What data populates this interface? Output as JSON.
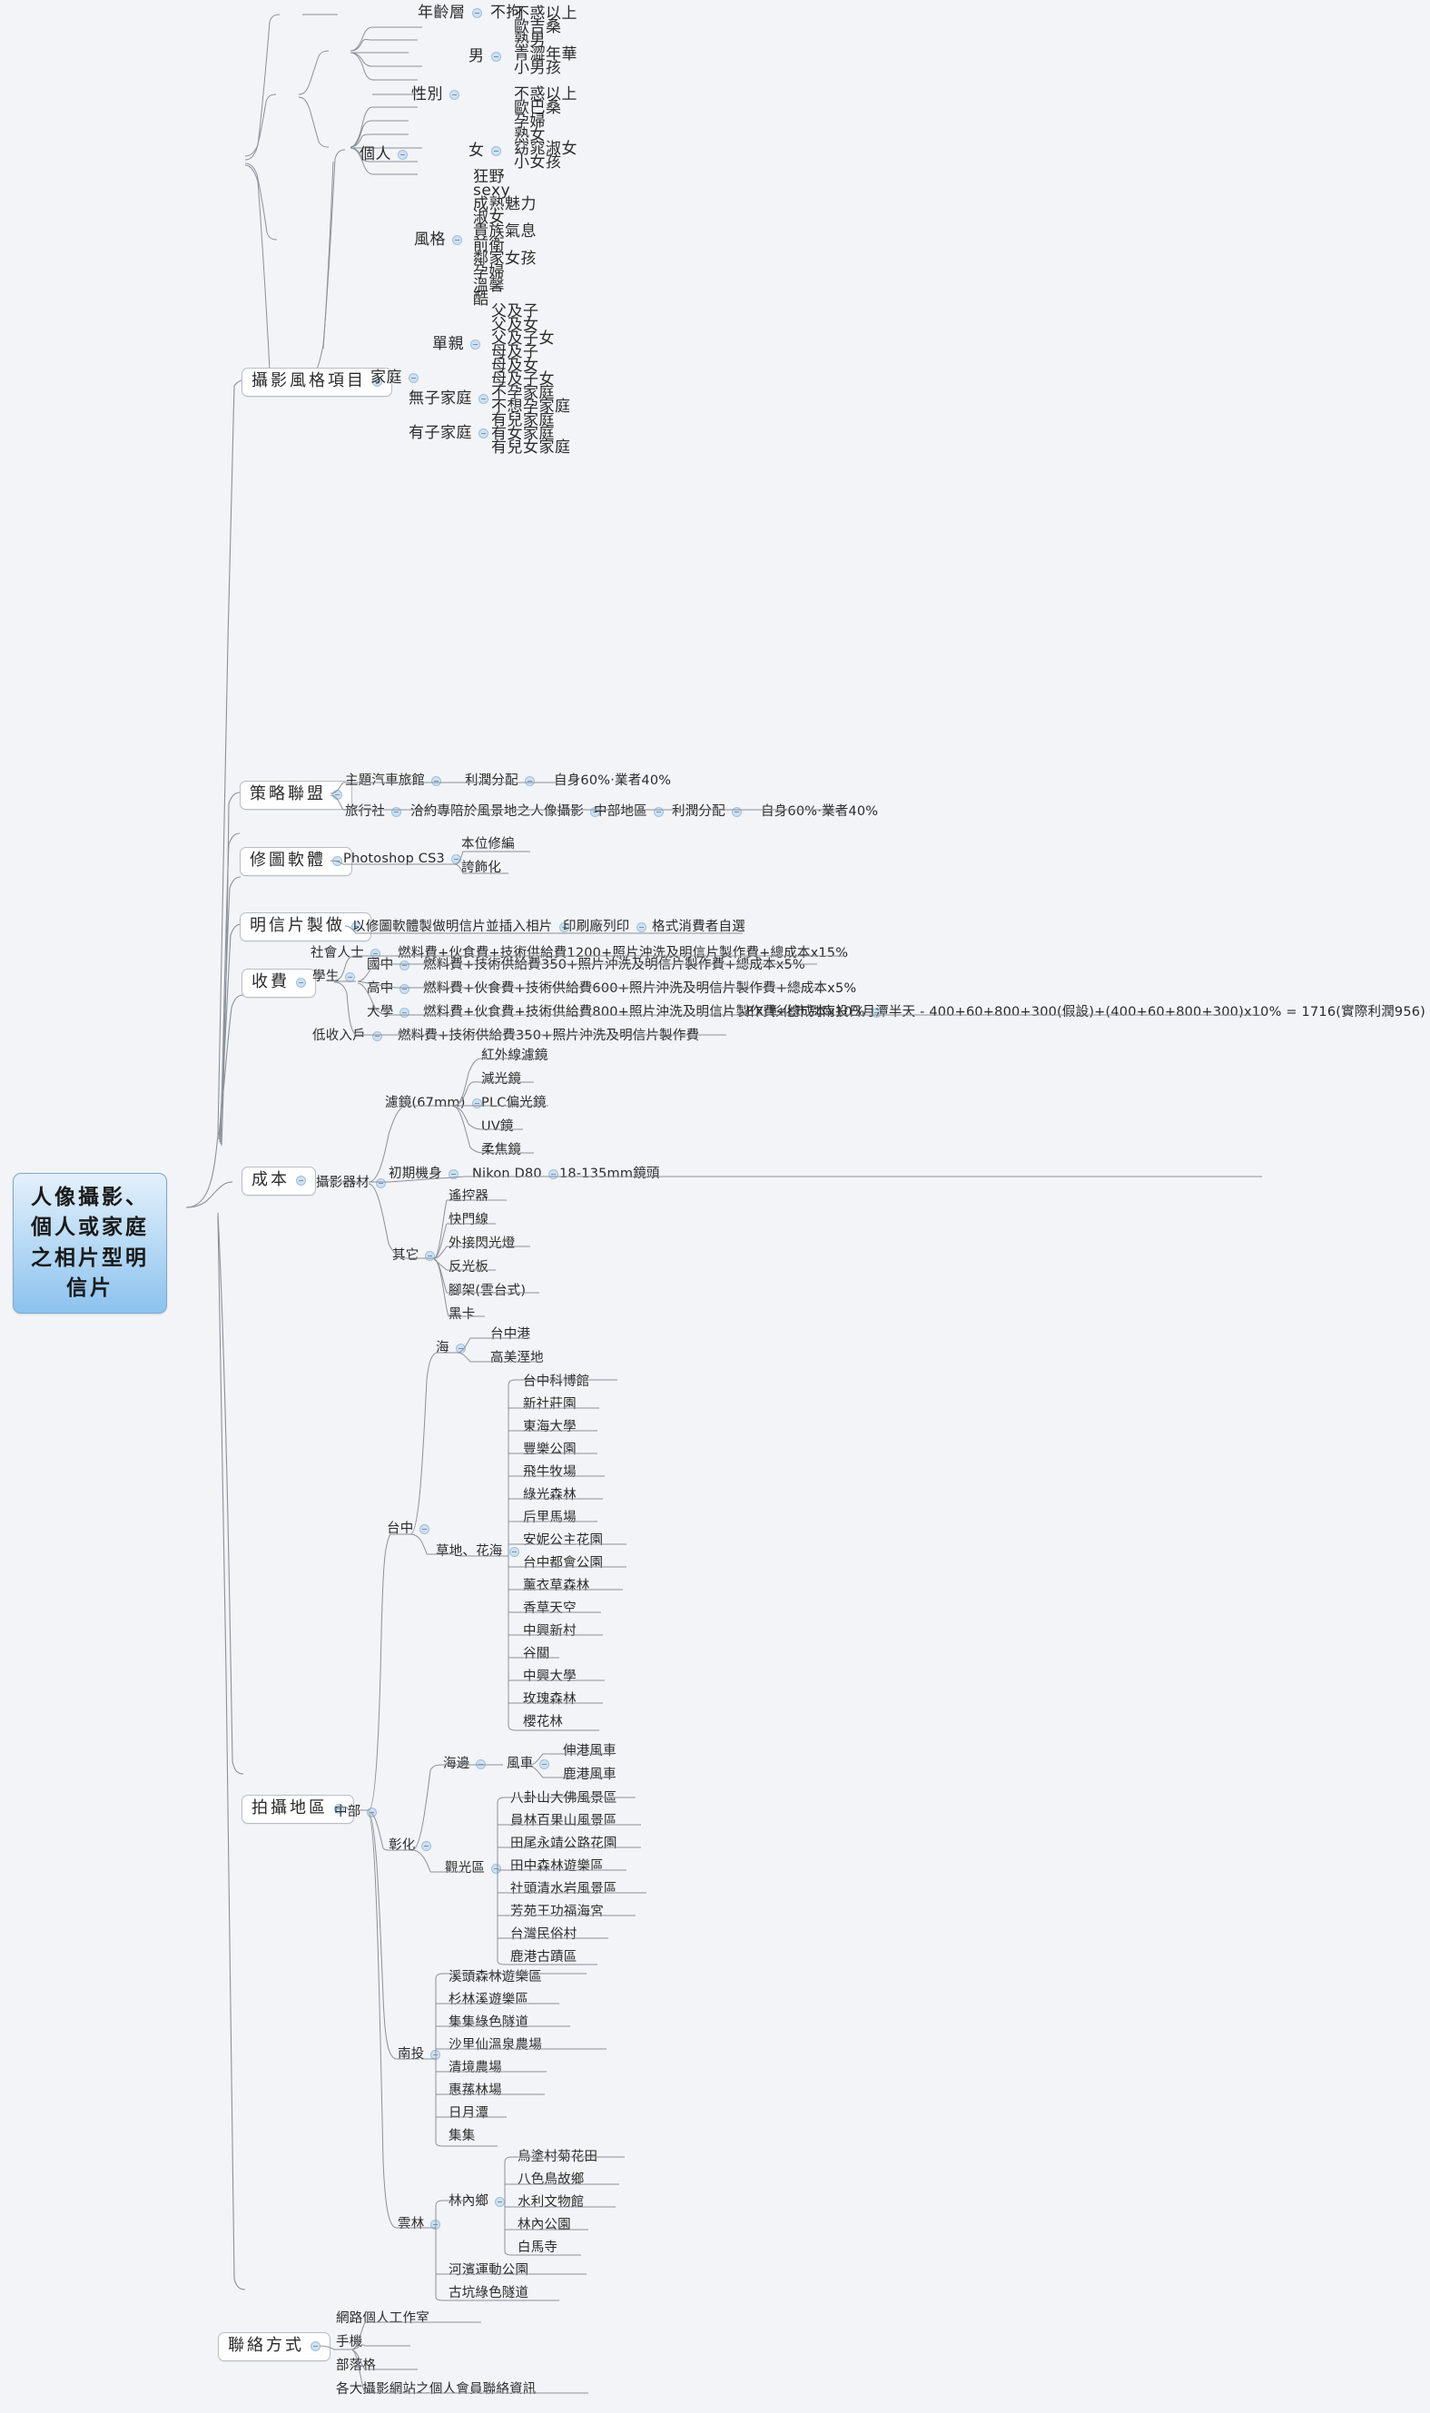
{
  "app": {
    "type": "mindmap",
    "title": "人像攝影、個人或家庭之相片型明信片"
  },
  "colors": {
    "background": "#f2f4f7",
    "root_fill_top": "#e3f0fb",
    "root_fill_bottom": "#8cc2ee",
    "branch_line": "#8c909a",
    "text": "#2b2b2b",
    "bullet": "#cfe0f0"
  },
  "icons": {
    "collapse": "collapse-toggle-icon"
  },
  "root": {
    "label": "人像攝影、個人或家庭之相片型明信片"
  },
  "branches": {
    "style_project": {
      "label": "攝影風格項目",
      "personal": {
        "label": "個人"
      },
      "age": {
        "label": "年齡層",
        "value": "不拘"
      },
      "gender": {
        "label": "性別",
        "male": {
          "label": "男",
          "items": [
            "不惑以上",
            "歐吉桑",
            "熟男",
            "青澀年華",
            "小男孩"
          ]
        },
        "female": {
          "label": "女",
          "items": [
            "不惑以上",
            "歐巴桑",
            "孕婦",
            "熟女",
            "窈窕淑女",
            "小女孩"
          ]
        }
      },
      "style": {
        "label": "風格",
        "items": [
          "狂野",
          "sexy",
          "成熟魅力",
          "淑女",
          "貴族氣息",
          "前衛",
          "鄰家女孩",
          "孕婦",
          "溫馨",
          "酷"
        ]
      },
      "family": {
        "label": "家庭",
        "single_parent": {
          "label": "單親",
          "items": [
            "父及子",
            "父及女",
            "父及子女",
            "母及子",
            "母及女",
            "母及子女"
          ]
        },
        "no_child": {
          "label": "無子家庭",
          "items": [
            "不孕家庭",
            "不想孕家庭"
          ]
        },
        "with_child": {
          "label": "有子家庭",
          "items": [
            "有兒家庭",
            "有女家庭",
            "有兒女家庭"
          ]
        }
      }
    },
    "alliance": {
      "label": "策略聯盟",
      "rows": [
        [
          "主題汽車旅館",
          "利潤分配",
          "自身60%‧業者40%"
        ],
        [
          "旅行社",
          "洽約專陪於風景地之人像攝影",
          "中部地區",
          "利潤分配",
          "自身60%‧業者40%"
        ]
      ]
    },
    "retouch": {
      "label": "修圖軟體",
      "software": "Photoshop CS3",
      "items": [
        "本位修編",
        "誇飾化"
      ]
    },
    "postcard": {
      "label": "明信片製做",
      "chain": [
        "以修圖軟體製做明信片並插入相片",
        "印刷廠列印",
        "格式消費者自選"
      ]
    },
    "pricing": {
      "label": "收費",
      "social": {
        "label": "社會人士",
        "value": "燃料費+伙食費+技術供給費1200+照片沖洗及明信片製作費+總成本x15%"
      },
      "student": {
        "label": "學生",
        "rows": [
          {
            "label": "國中",
            "value": "燃料費+技術供給費350+照片沖洗及明信片製作費+總成本x5%"
          },
          {
            "label": "高中",
            "value": "燃料費+伙食費+技術供給費600+照片沖洗及明信片製作費+總成本x5%"
          },
          {
            "label": "大學",
            "value": "燃料費+伙食費+技術供給費800+照片沖洗及明信片製作費+總成本x10%",
            "example": "EX:彰化市到南投日月潭半天 - 400+60+800+300(假設)+(400+60+800+300)x10% = 1716(實際利潤956)"
          }
        ]
      },
      "low_income": {
        "label": "低收入戶",
        "value": "燃料費+技術供給費350+照片沖洗及明信片製作費"
      }
    },
    "cost": {
      "label": "成本",
      "equipment": {
        "label": "攝影器材",
        "filters": {
          "label": "濾鏡(67mm)",
          "items": [
            "紅外線濾鏡",
            "減光鏡",
            "PLC偏光鏡",
            "UV鏡",
            "柔焦鏡"
          ]
        },
        "body": {
          "label": "初期機身",
          "model": "Nikon D80",
          "lens": "18-135mm鏡頭"
        },
        "other": {
          "label": "其它",
          "items": [
            "遙控器",
            "快門線",
            "外接閃光燈",
            "反光板",
            "腳架(雲台式)",
            "黑卡"
          ]
        }
      }
    },
    "locations": {
      "label": "拍攝地區",
      "central": {
        "label": "中部"
      },
      "taichung": {
        "label": "台中",
        "sea": {
          "label": "海",
          "items": [
            "台中港",
            "高美溼地"
          ]
        },
        "grass_flowers": {
          "label": "草地、花海",
          "items": [
            "台中科博館",
            "新社莊園",
            "東海大學",
            "豐樂公園",
            "飛牛牧場",
            "綠光森林",
            "后里馬場",
            "安妮公主花園",
            "台中都會公園",
            "薰衣草森林",
            "香草天空",
            "中興新村",
            "谷關",
            "中興大學",
            "玫瑰森林",
            "櫻花林"
          ]
        }
      },
      "changhua": {
        "label": "彰化",
        "seaside": {
          "label": "海邊",
          "windmill": {
            "label": "風車",
            "items": [
              "伸港風車",
              "鹿港風車"
            ]
          }
        },
        "sightseeing": {
          "label": "觀光區",
          "items": [
            "八卦山大佛風景區",
            "員林百果山風景區",
            "田尾永靖公路花園",
            "田中森林遊樂區",
            "社頭清水岩風景區",
            "芳苑王功福海宮",
            "台灣民俗村",
            "鹿港古蹟區"
          ]
        }
      },
      "nantou": {
        "label": "南投",
        "items": [
          "溪頭森林遊樂區",
          "杉林溪遊樂區",
          "集集綠色隧道",
          "沙里仙溫泉農場",
          "清境農場",
          "惠蓀林場",
          "日月潭",
          "集集"
        ]
      },
      "yunlin": {
        "label": "雲林",
        "linnei": {
          "label": "林內鄉",
          "items": [
            "烏塗村菊花田",
            "八色鳥故鄉",
            "水利文物館",
            "林內公園",
            "白馬寺"
          ]
        },
        "items": [
          "河濱運動公園",
          "古坑綠色隧道"
        ]
      }
    },
    "contact": {
      "label": "聯絡方式",
      "items": [
        "網路個人工作室",
        "手機",
        "部落格",
        "各大攝影網站之個人會員聯絡資訊"
      ]
    }
  }
}
